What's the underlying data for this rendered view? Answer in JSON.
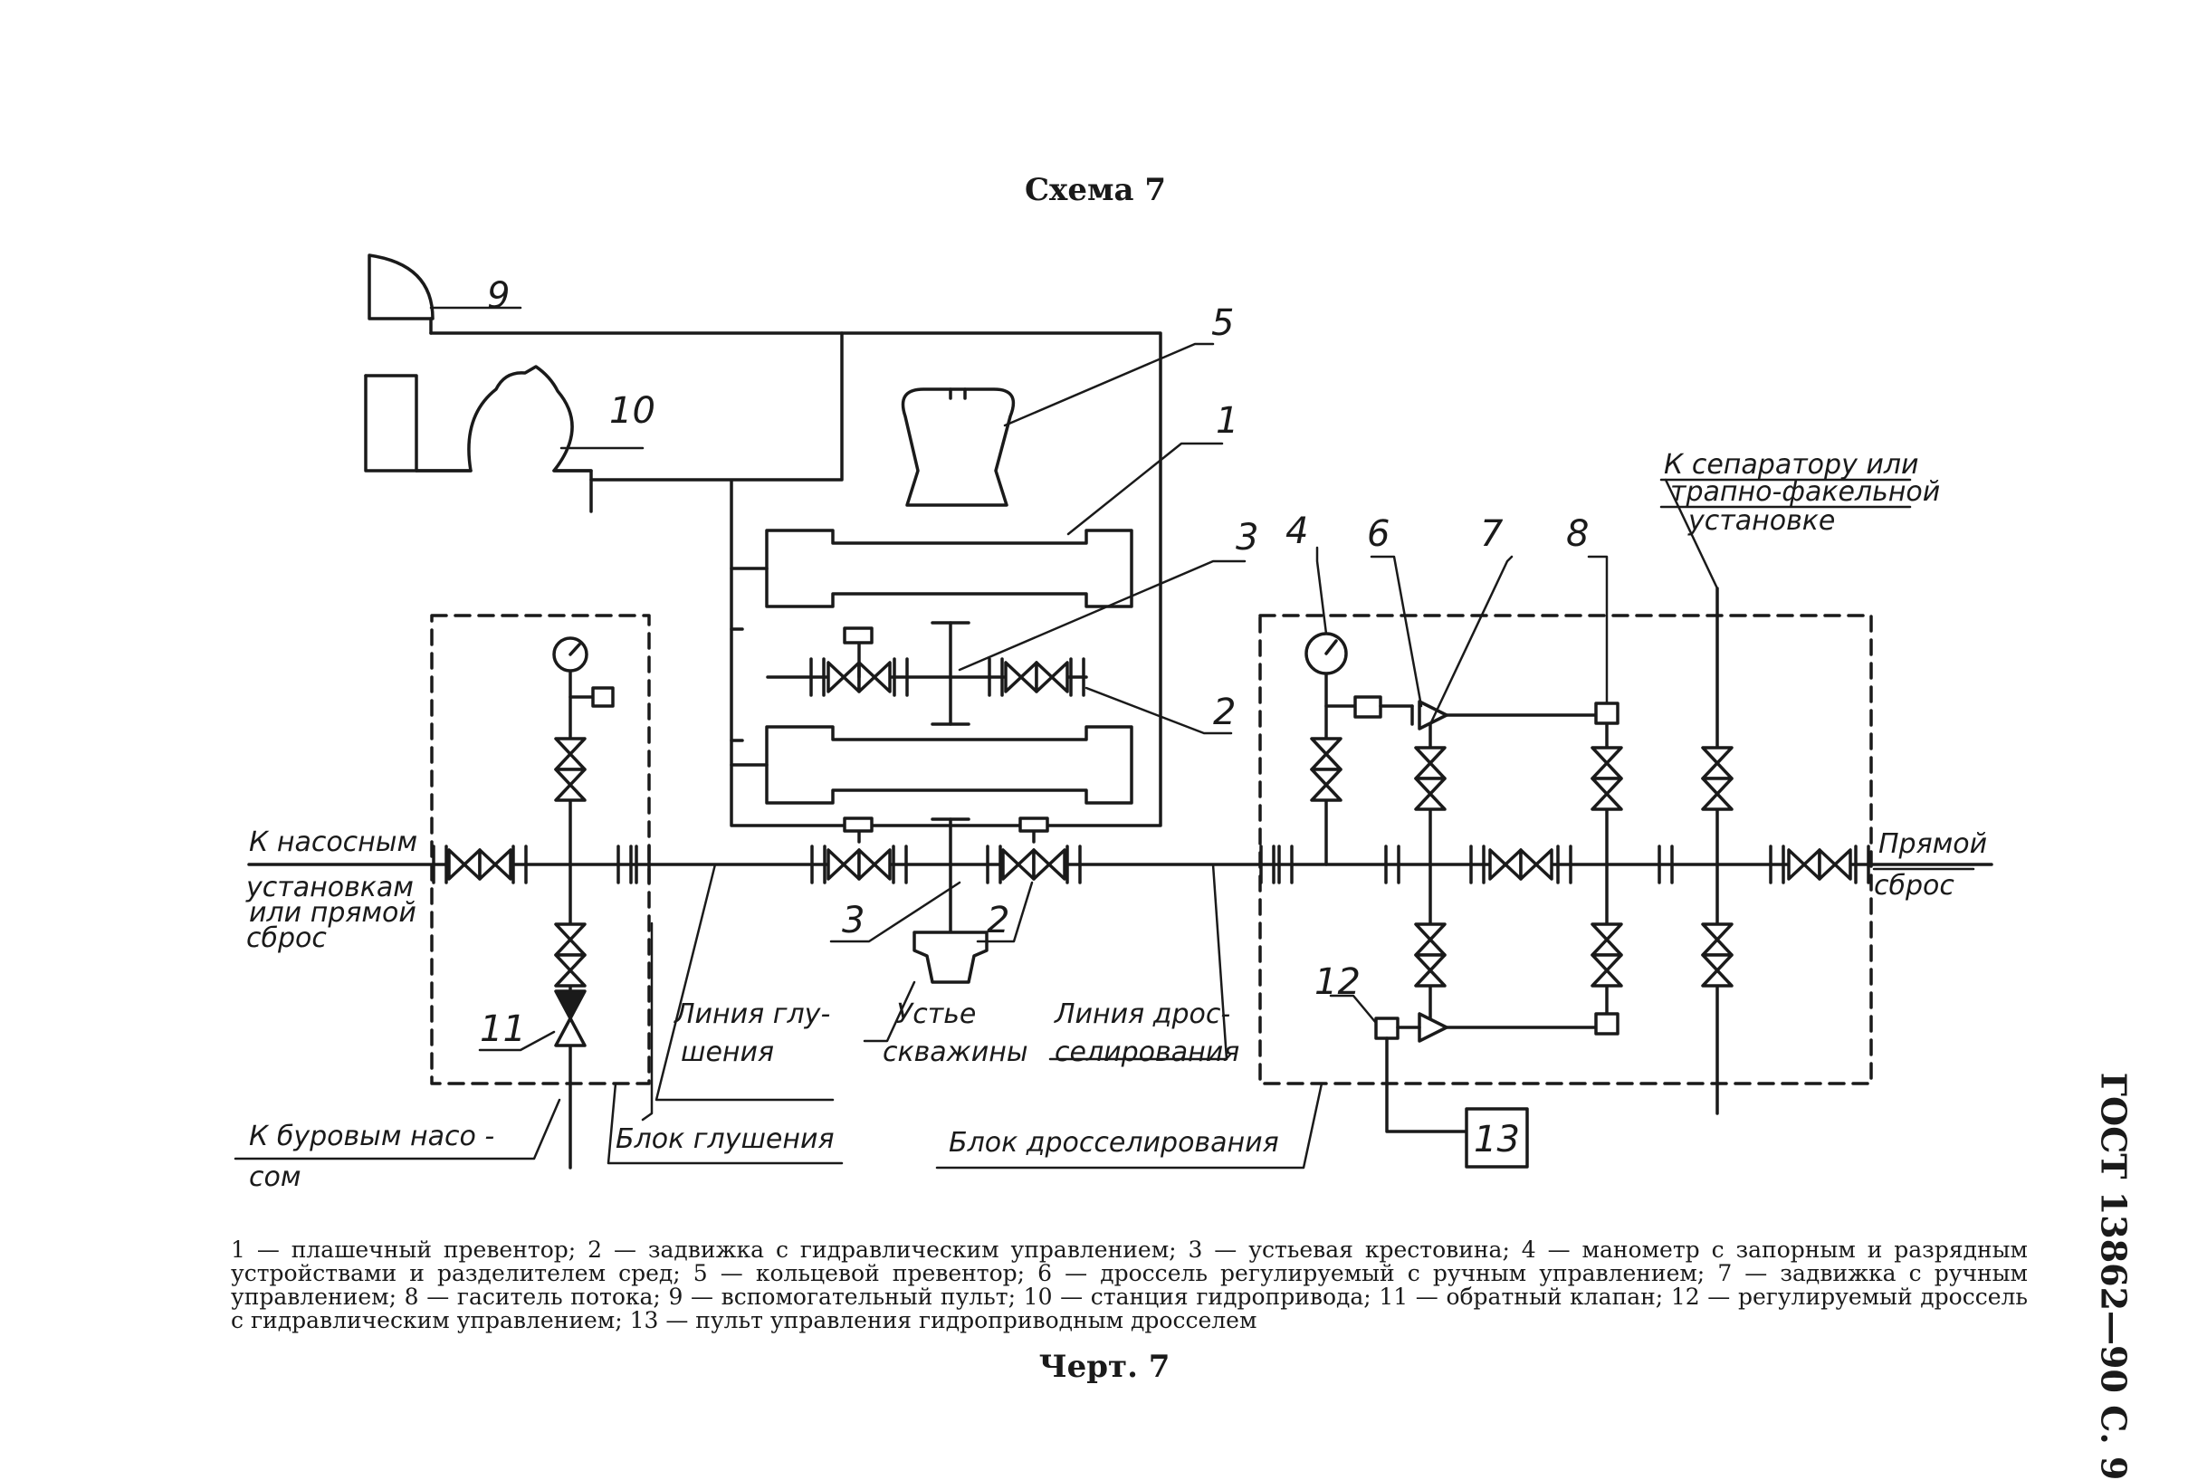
{
  "title": "Схема 7",
  "labels": {
    "n1": "1",
    "n2a": "2",
    "n2b": "2",
    "n3a": "3",
    "n3b": "3",
    "n4": "4",
    "n5": "5",
    "n6": "6",
    "n7": "7",
    "n8": "8",
    "n9": "9",
    "n10": "10",
    "n11": "11",
    "n12": "12",
    "n13": "13",
    "pumps_1": "К насосным",
    "pumps_2": "установкам",
    "pumps_3": "или прямой",
    "pumps_4": "сброс",
    "drill_1": "К буровым насо -",
    "drill_2": "сом",
    "kill_line_1": "Линия глу-",
    "kill_line_2": "шения",
    "wellhead_1": "Устье",
    "wellhead_2": "скважины",
    "choke_line_1": "Линия дрос-",
    "choke_line_2": "селирования",
    "kill_block": "Блок глушения",
    "choke_block": "Блок дросселирования",
    "separator_1": "К сепаратору или",
    "separator_2": "трапно-факельной",
    "separator_3": "установке",
    "direct_1": "Прямой",
    "direct_2": "сброс"
  },
  "legend": "1 — плашечный превентор; 2 — задвижка с гидравлическим управлением; 3 — устьевая крестовина; 4 — манометр с запорным и разрядным устройствами и разделителем сред; 5 — кольцевой превентор; 6 — дроссель регулируемый с ручным управлением; 7 — задвижка с ручным управлением; 8 — гаситель потока; 9 — вспомогательный пульт; 10 — станция гидропривода; 11 — обратный клапан; 12 — регулируемый дроссель с гидравлическим управлением; 13 — пульт управления гидроприводным дросселем",
  "figure_caption": "Черт. 7",
  "side_note": "ГОСТ 13862—90 С. 9"
}
